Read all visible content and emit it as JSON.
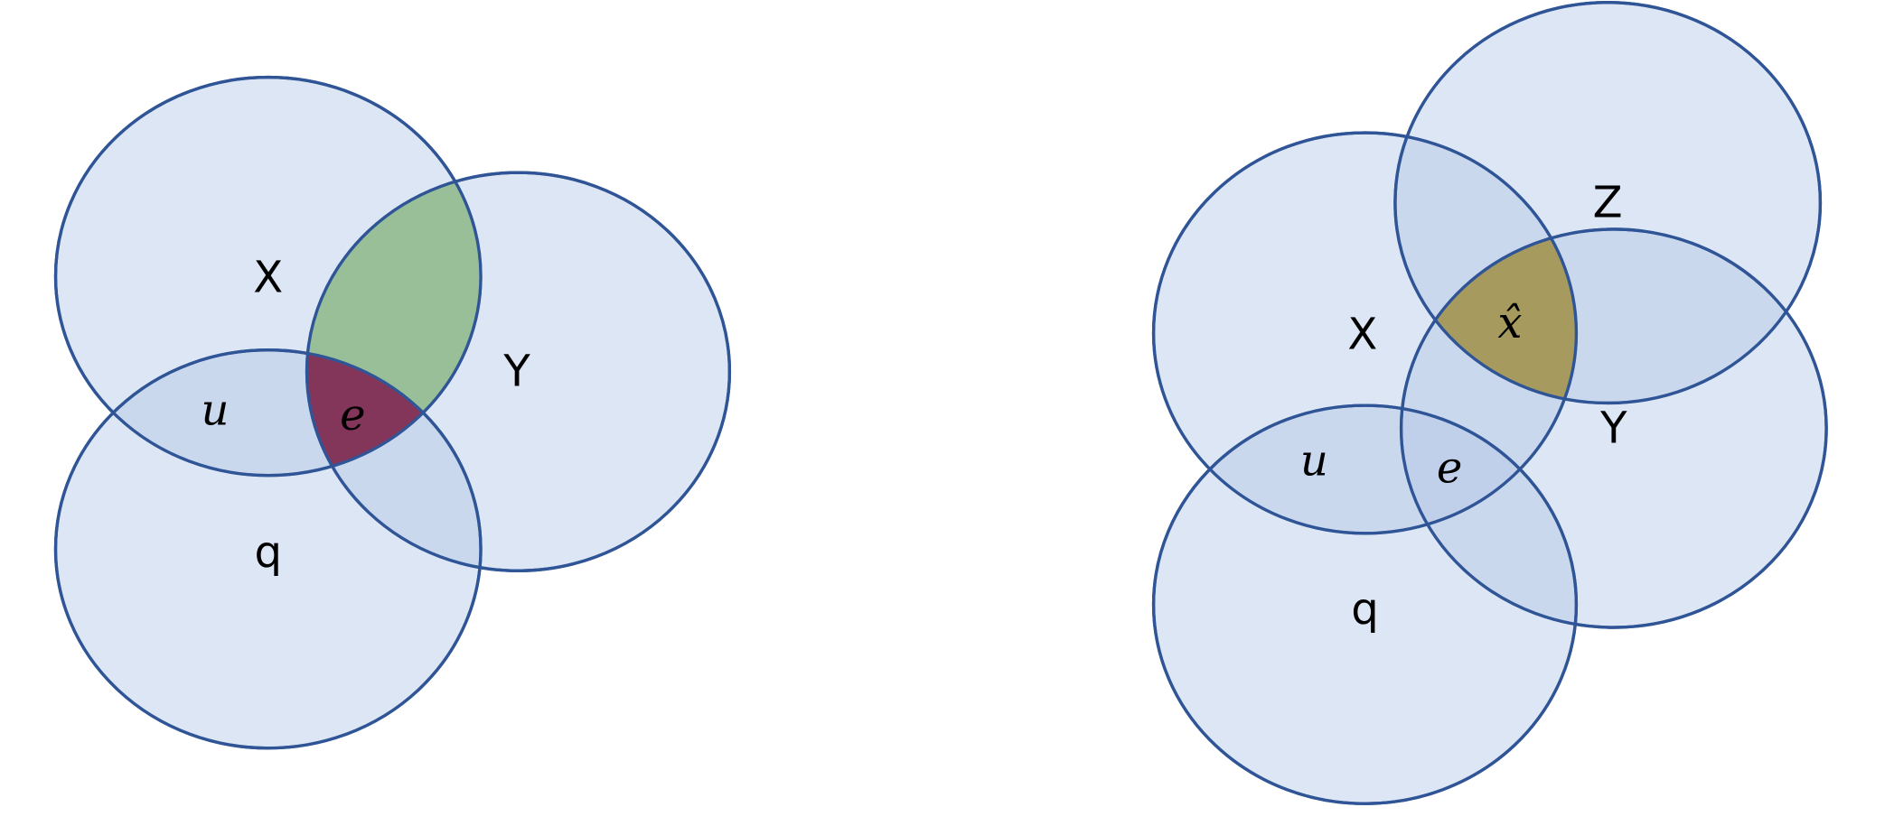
{
  "colors": {
    "set_fill": "#b4c7e7",
    "set_stroke": "#2f5597",
    "left_xy_region": "#98bf98",
    "left_xyq_region": "#84355a",
    "right_xzy_region": "#a69a5e"
  },
  "left_diagram": {
    "sets": [
      "X",
      "Y",
      "q"
    ],
    "region_labels": {
      "u": "u",
      "e": "e"
    }
  },
  "right_diagram": {
    "sets": [
      "X",
      "Z",
      "Y",
      "q"
    ],
    "region_labels": {
      "x_hat": "x̂",
      "u": "u",
      "e": "e"
    }
  }
}
